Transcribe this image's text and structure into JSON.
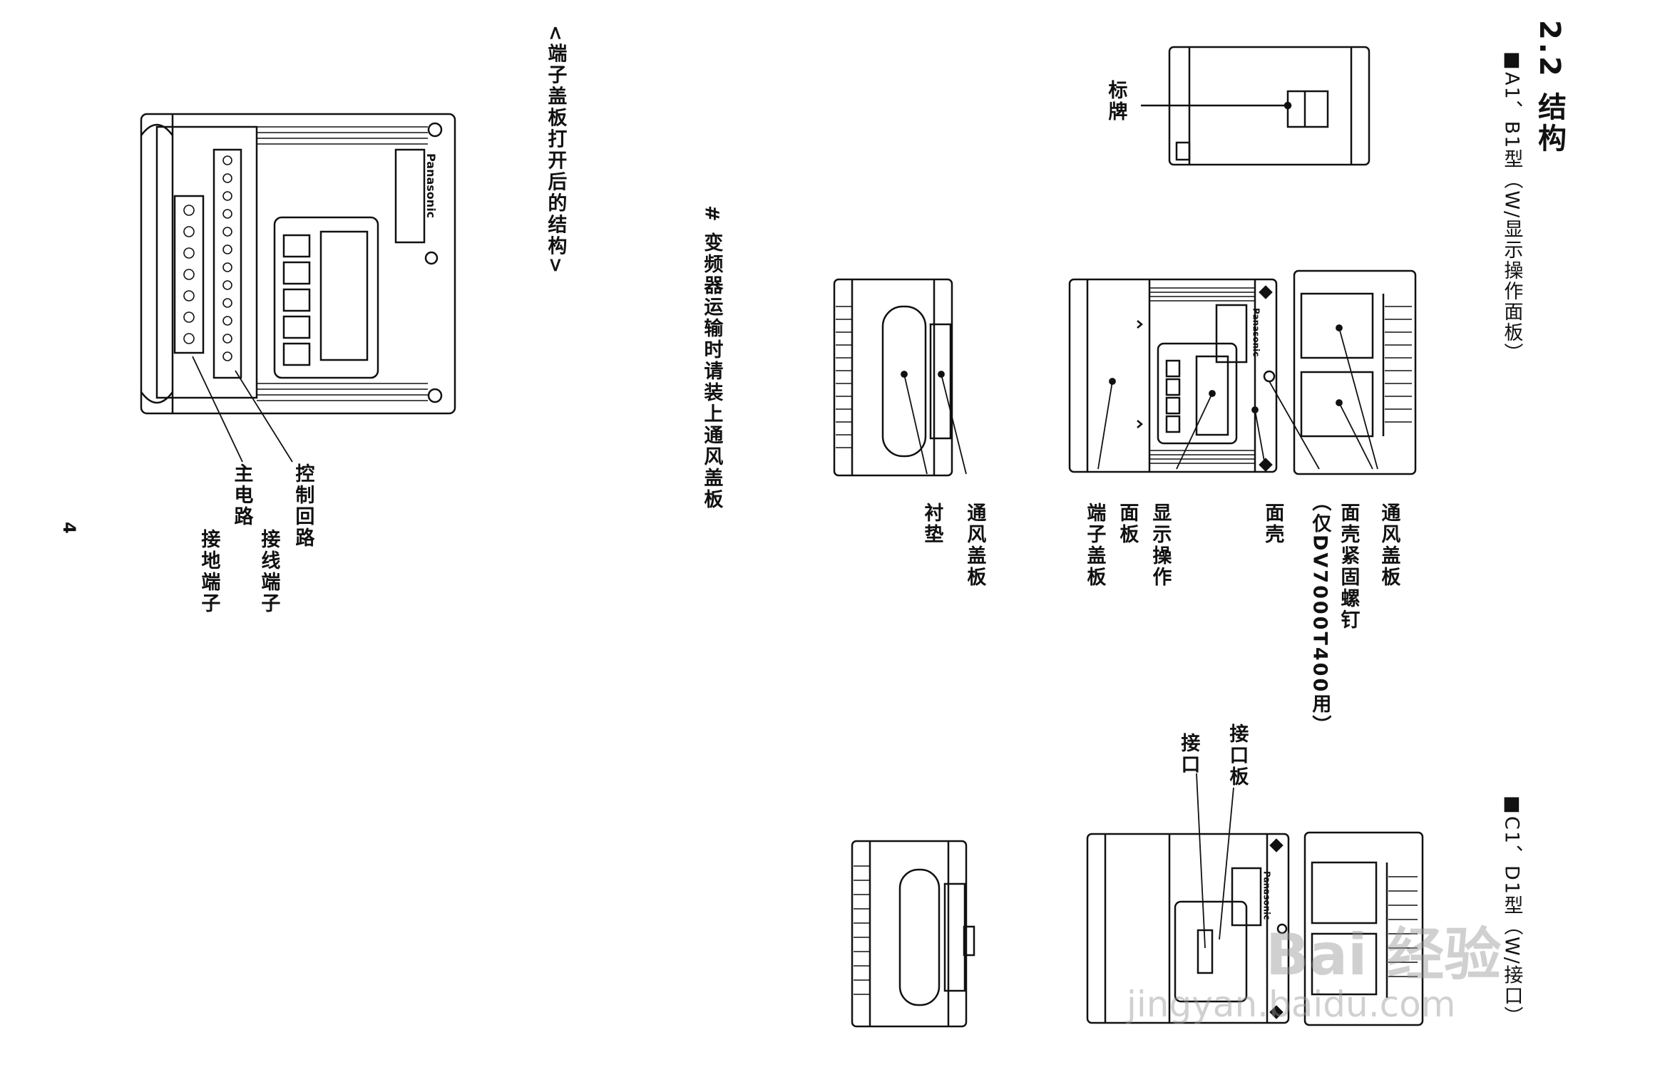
{
  "section_title": "2.2 结构",
  "model_ab": "■A1、B1型（W/显示操作面板）",
  "model_cd": "■C1、D1型（W/接口）",
  "top_views": {
    "nameplate": "标牌"
  },
  "front_view_labels": {
    "vent_cover": "通风盖板",
    "shell_screw_line1": "面壳紧固螺钉",
    "shell_screw_line2": "（仅DV7000T400用）",
    "front_shell": "面壳",
    "display_line1": "显示操作",
    "display_line2": "面板",
    "terminal_cover": "端子盖板"
  },
  "side_view_labels": {
    "vent_cover": "通风盖板",
    "gasket": "衬垫"
  },
  "shipping_note": "# 变频器运输时请装上通风盖板",
  "terminal_section": {
    "caption": "<端子盖板打开后的结构>",
    "control_circuit_line1": "控制回路",
    "control_circuit_line2": "接线端子",
    "main_circuit": "主电路",
    "ground_terminal": "接地端子"
  },
  "cd_labels": {
    "interface_board": "接口板",
    "interface": "接口"
  },
  "brand": "Panasonic",
  "page_number": "4",
  "watermark": {
    "logo": "Bai 经验",
    "url": "jingyan.baidu.com"
  }
}
